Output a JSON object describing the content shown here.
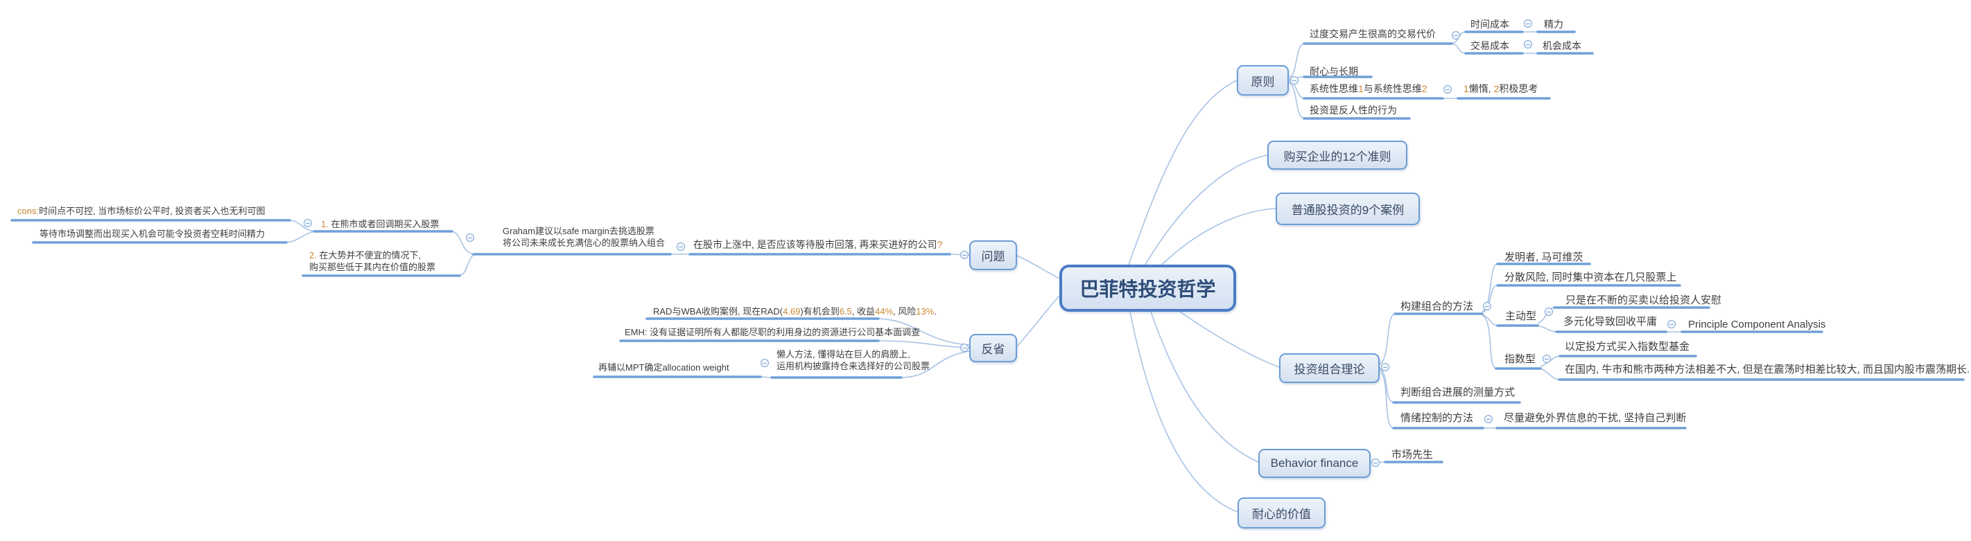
{
  "colors": {
    "node_border": "#6C9CD6",
    "central_border": "#4A7CC4",
    "node_fill": "#DCE7F3",
    "underline": "#6FA0D8",
    "connector": "#A9C3E3",
    "topic_text": "#3E3E3E",
    "node_text": "#3A4A63",
    "central_text": "#2E4C78",
    "number_accent": "#C9872F"
  },
  "icons": {
    "collapse": "circled-minus"
  },
  "root": {
    "label": "巴菲特投资哲学"
  },
  "principles": {
    "label": "原则",
    "overtrading": {
      "label": "过度交易产生很高的交易代价",
      "time_cost": {
        "label": "时间成本",
        "child": "精力"
      },
      "trade_cost": {
        "label": "交易成本",
        "child": "机会成本"
      }
    },
    "patience": {
      "label": "耐心与长期"
    },
    "systematic": {
      "rich": [
        {
          "t": "系统性思维"
        },
        {
          "t": "1",
          "n": true
        },
        {
          "t": "与系统性思维"
        },
        {
          "t": "2",
          "n": true
        }
      ],
      "child_rich": [
        {
          "t": "1",
          "n": true
        },
        {
          "t": "懒惰, "
        },
        {
          "t": "2",
          "n": true
        },
        {
          "t": "积极思考"
        }
      ]
    },
    "antihuman": {
      "label": "投资是反人性的行为"
    }
  },
  "rules12": {
    "label": "购买企业的12个准则"
  },
  "cases9": {
    "label": "普通股投资的9个案例"
  },
  "questions": {
    "label": "问题",
    "q_rich": [
      {
        "t": "在股市上涨中, 是否应该等待股市回落, 再来买进好的公司"
      },
      {
        "t": "?",
        "n": true
      }
    ],
    "graham": {
      "line1": "Graham建议以safe margin去挑选股票",
      "line2": "将公司未来成长充满信心的股票纳入组合"
    },
    "buy_bear": {
      "rich": [
        {
          "t": "1.",
          "n": true
        },
        {
          "t": " 在熊市或者回调期买入股票"
        }
      ],
      "cons_rich": [
        {
          "t": "cons:",
          "n": true
        },
        {
          "t": "时间点不可控, 当市场标价公平时, 投资者买入也无利可图"
        }
      ],
      "wait": "等待市场调整而出现买入机会可能令投资者空耗时间精力"
    },
    "buy_value": {
      "line1_rich": [
        {
          "t": "2.",
          "n": true
        },
        {
          "t": " 在大势并不便宜的情况下,"
        }
      ],
      "line2": "购买那些低于其内在价值的股票"
    }
  },
  "reflection": {
    "label": "反省",
    "rad_rich": [
      {
        "t": "RAD与WBA收购案例, 现在RAD("
      },
      {
        "t": "4.69",
        "n": true
      },
      {
        "t": ")有机会到"
      },
      {
        "t": "6.5",
        "n": true
      },
      {
        "t": ", 收益"
      },
      {
        "t": "44%",
        "n": true
      },
      {
        "t": ", 风险"
      },
      {
        "t": "13%",
        "n": true
      },
      {
        "t": "."
      }
    ],
    "emh": "EMH: 没有证据证明所有人都能尽职的利用身边的资源进行公司基本面调查",
    "lazy": {
      "line1": "懒人方法, 懂得站在巨人的肩膀上,",
      "line2": "运用机构披露持仓来选择好的公司股票",
      "mpt": "再辅以MPT确定allocation weight"
    }
  },
  "portfolio": {
    "label": "投资组合理论",
    "construct": {
      "label": "构建组合的方法",
      "inventor": "发明者, 马可维茨",
      "diversify": "分散风险, 同时集中资本在几只股票上",
      "active": {
        "label": "主动型",
        "comfort": "只是在不断的买卖以给投资人安慰",
        "diversification": "多元化导致回收平庸",
        "pca": "Principle Component Analysis"
      },
      "index": {
        "label": "指数型",
        "dca": "以定投方式买入指数型基金",
        "domestic": "在国内, 牛市和熊市两种方法相差不大, 但是在震荡时相差比较大, 而且国内股市震荡期长."
      }
    },
    "measure": {
      "label": "判断组合进展的测量方式"
    },
    "emotion": {
      "label": "情绪控制的方法",
      "child": "尽量避免外界信息的干扰, 坚持自己判断"
    }
  },
  "behavior": {
    "label": "Behavior finance",
    "mr_market": "市场先生"
  },
  "patience_value": {
    "label": "耐心的价值"
  }
}
